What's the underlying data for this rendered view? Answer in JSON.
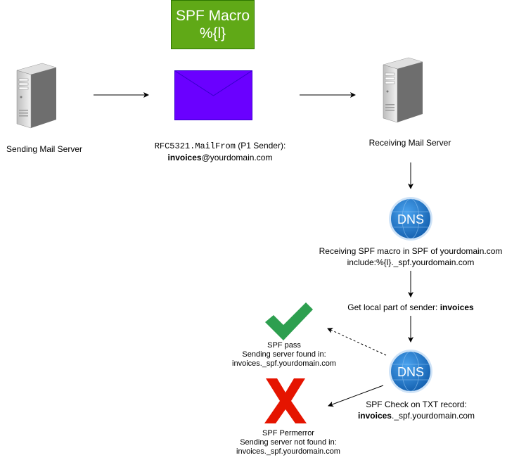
{
  "macro": {
    "line1": "SPF Macro",
    "line2": "%{l}"
  },
  "sending_server": {
    "label": "Sending Mail Server"
  },
  "envelope": {
    "mailfrom_code": "RFC5321.MailFrom",
    "mailfrom_suffix": " (P1 Sender):",
    "sender_local": "invoices",
    "sender_domain": "@yourdomain.com"
  },
  "receiving_server": {
    "label": "Receiving Mail Server"
  },
  "dns1": {
    "icon_text": "DNS",
    "line1": "Receiving SPF macro in SPF of yourdomain.com",
    "line2": "include:%{l}._spf.yourdomain.com"
  },
  "local_part": {
    "prefix": "Get local part of sender: ",
    "value": "invoices"
  },
  "dns2": {
    "icon_text": "DNS",
    "line1": "SPF Check on TXT record:",
    "line2_bold": "invoices",
    "line2_rest": "._spf.yourdomain.com"
  },
  "pass": {
    "line1": "SPF pass",
    "line2": "Sending server found in:",
    "line3": "invoices._spf.yourdomain.com",
    "color": "#2d9f4f"
  },
  "fail": {
    "line1": "SPF Permerror",
    "line2": "Sending server not found in:",
    "line3": "invoices._spf.yourdomain.com",
    "color": "#e51400"
  },
  "colors": {
    "macro_green": "#60a917",
    "envelope_purple": "#6a00ff",
    "dns_blue": "#1f78d1"
  }
}
